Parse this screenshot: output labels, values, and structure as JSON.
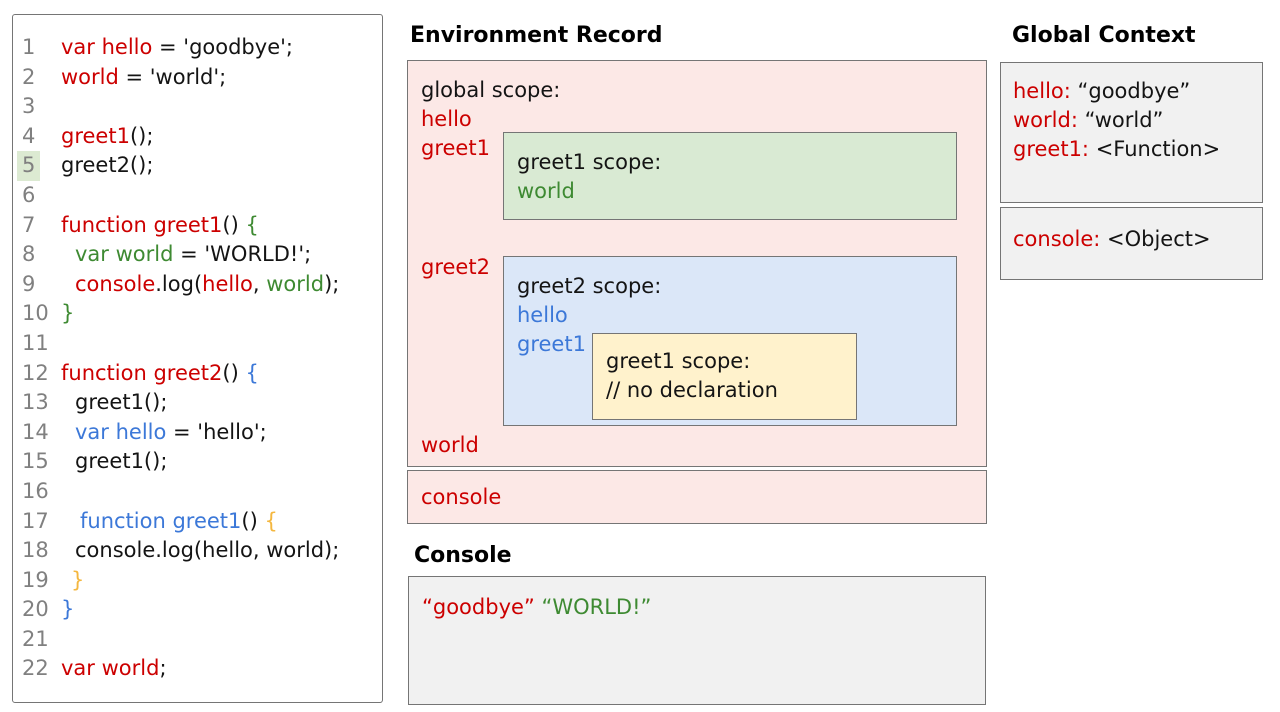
{
  "colors": {
    "code_red": "#cc0000",
    "code_green": "#3e8a32",
    "code_blue": "#3c78d8",
    "code_yellow": "#f4b73f",
    "global_scope_bg": "#fce8e6",
    "greet1_scope_bg": "#d9ead3",
    "greet2_scope_bg": "#dbe7f8",
    "inner_greet1_scope_bg": "#fff2cc",
    "panel_gray_bg": "#f1f1f1",
    "line_highlight_bg": "#dcead2",
    "border_gray": "#757575"
  },
  "editor": {
    "highlight_line": 5,
    "lines": [
      {
        "n": 1,
        "ind": 0,
        "seg": [
          [
            "r",
            "var hello"
          ],
          [
            "k",
            " = 'goodbye';"
          ]
        ]
      },
      {
        "n": 2,
        "ind": 0,
        "seg": [
          [
            "r",
            "world"
          ],
          [
            "k",
            " = 'world';"
          ]
        ]
      },
      {
        "n": 3,
        "ind": 0,
        "seg": []
      },
      {
        "n": 4,
        "ind": 0,
        "seg": [
          [
            "r",
            "greet1"
          ],
          [
            "k",
            "();"
          ]
        ]
      },
      {
        "n": 5,
        "ind": 0,
        "seg": [
          [
            "k",
            "greet2();"
          ]
        ]
      },
      {
        "n": 6,
        "ind": 0,
        "seg": []
      },
      {
        "n": 7,
        "ind": 0,
        "seg": [
          [
            "r",
            "function greet1"
          ],
          [
            "k",
            "() "
          ],
          [
            "g",
            "{"
          ]
        ]
      },
      {
        "n": 8,
        "ind": 14,
        "seg": [
          [
            "g",
            "var world"
          ],
          [
            "k",
            " = 'WORLD!';"
          ]
        ]
      },
      {
        "n": 9,
        "ind": 14,
        "seg": [
          [
            "r",
            "console"
          ],
          [
            "k",
            ".log("
          ],
          [
            "r",
            "hello"
          ],
          [
            "k",
            ", "
          ],
          [
            "g",
            "world"
          ],
          [
            "k",
            ");"
          ]
        ]
      },
      {
        "n": 10,
        "ind": 0,
        "seg": [
          [
            "g",
            "}"
          ]
        ]
      },
      {
        "n": 11,
        "ind": 0,
        "seg": []
      },
      {
        "n": 12,
        "ind": 0,
        "seg": [
          [
            "r",
            "function greet2"
          ],
          [
            "k",
            "() "
          ],
          [
            "b",
            "{"
          ]
        ]
      },
      {
        "n": 13,
        "ind": 14,
        "seg": [
          [
            "k",
            "greet1();"
          ]
        ]
      },
      {
        "n": 14,
        "ind": 14,
        "seg": [
          [
            "b",
            "var hello"
          ],
          [
            "k",
            " = 'hello';"
          ]
        ]
      },
      {
        "n": 15,
        "ind": 14,
        "seg": [
          [
            "k",
            "greet1();"
          ]
        ]
      },
      {
        "n": 16,
        "ind": 0,
        "seg": []
      },
      {
        "n": 17,
        "ind": 19,
        "seg": [
          [
            "b",
            "function greet1"
          ],
          [
            "k",
            "() "
          ],
          [
            "y",
            "{"
          ]
        ]
      },
      {
        "n": 18,
        "ind": 14,
        "seg": [
          [
            "k",
            "console.log(hello, world);"
          ]
        ]
      },
      {
        "n": 19,
        "ind": 10,
        "seg": [
          [
            "y",
            "}"
          ]
        ]
      },
      {
        "n": 20,
        "ind": 0,
        "seg": [
          [
            "b",
            "}"
          ]
        ]
      },
      {
        "n": 21,
        "ind": 0,
        "seg": []
      },
      {
        "n": 22,
        "ind": 0,
        "seg": [
          [
            "r",
            "var world"
          ],
          [
            "k",
            ";"
          ]
        ]
      }
    ]
  },
  "environment_record": {
    "heading": "Environment Record",
    "global_scope": {
      "label": "global scope:",
      "var_hello": "hello",
      "var_greet1": "greet1",
      "var_greet2": "greet2",
      "var_world": "world"
    },
    "greet1_scope": {
      "label": "greet1 scope:",
      "var_world": "world"
    },
    "greet2_scope": {
      "label": "greet2 scope:",
      "var_hello": "hello",
      "var_greet1": "greet1"
    },
    "inner_greet1_scope": {
      "label": "greet1 scope:",
      "comment": "// no declaration"
    },
    "console_row": {
      "label": "console"
    }
  },
  "console_panel": {
    "heading": "Console",
    "output": [
      {
        "text": "“goodbye” ",
        "color": "red"
      },
      {
        "text": "“WORLD!”",
        "color": "green"
      }
    ]
  },
  "global_context": {
    "heading": "Global Context",
    "entries": [
      {
        "name": "hello:",
        "value": " “goodbye”"
      },
      {
        "name": "world:",
        "value": " “world”"
      },
      {
        "name": "greet1:",
        "value": " <Function>"
      }
    ],
    "console_entry": {
      "name": "console:",
      "value": " <Object>"
    }
  }
}
